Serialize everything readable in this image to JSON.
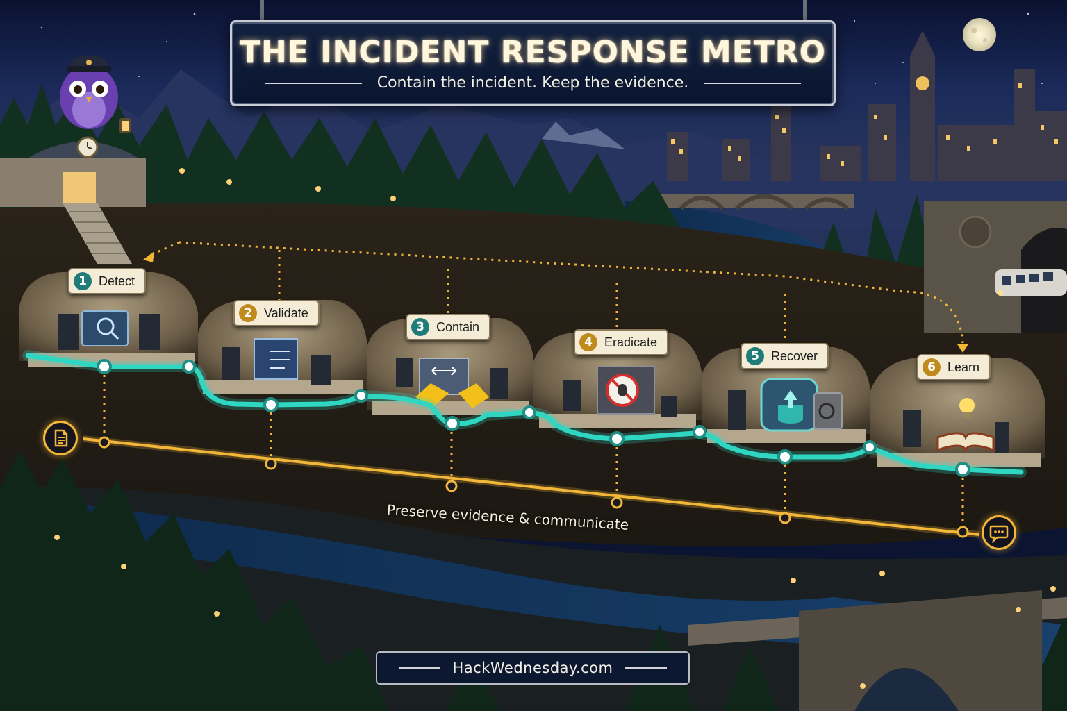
{
  "header": {
    "title": "THE INCIDENT RESPONSE METRO",
    "subtitle": "Contain the incident. Keep the evidence."
  },
  "stations": [
    {
      "number": "1",
      "name": "Detect"
    },
    {
      "number": "2",
      "name": "Validate"
    },
    {
      "number": "3",
      "name": "Contain"
    },
    {
      "number": "4",
      "name": "Eradicate"
    },
    {
      "number": "5",
      "name": "Recover"
    },
    {
      "number": "6",
      "name": "Learn"
    }
  ],
  "evidence_line": {
    "label": "Preserve evidence & communicate",
    "start_icon": "document-icon",
    "end_icon": "chat-bubble-icon"
  },
  "footer": {
    "site": "HackWednesday.com"
  },
  "colors": {
    "metro_line": "#2fd6c2",
    "evidence_line": "#f2b739",
    "night_sky": "#0b1430",
    "label_bg": "#f4ecd6"
  }
}
